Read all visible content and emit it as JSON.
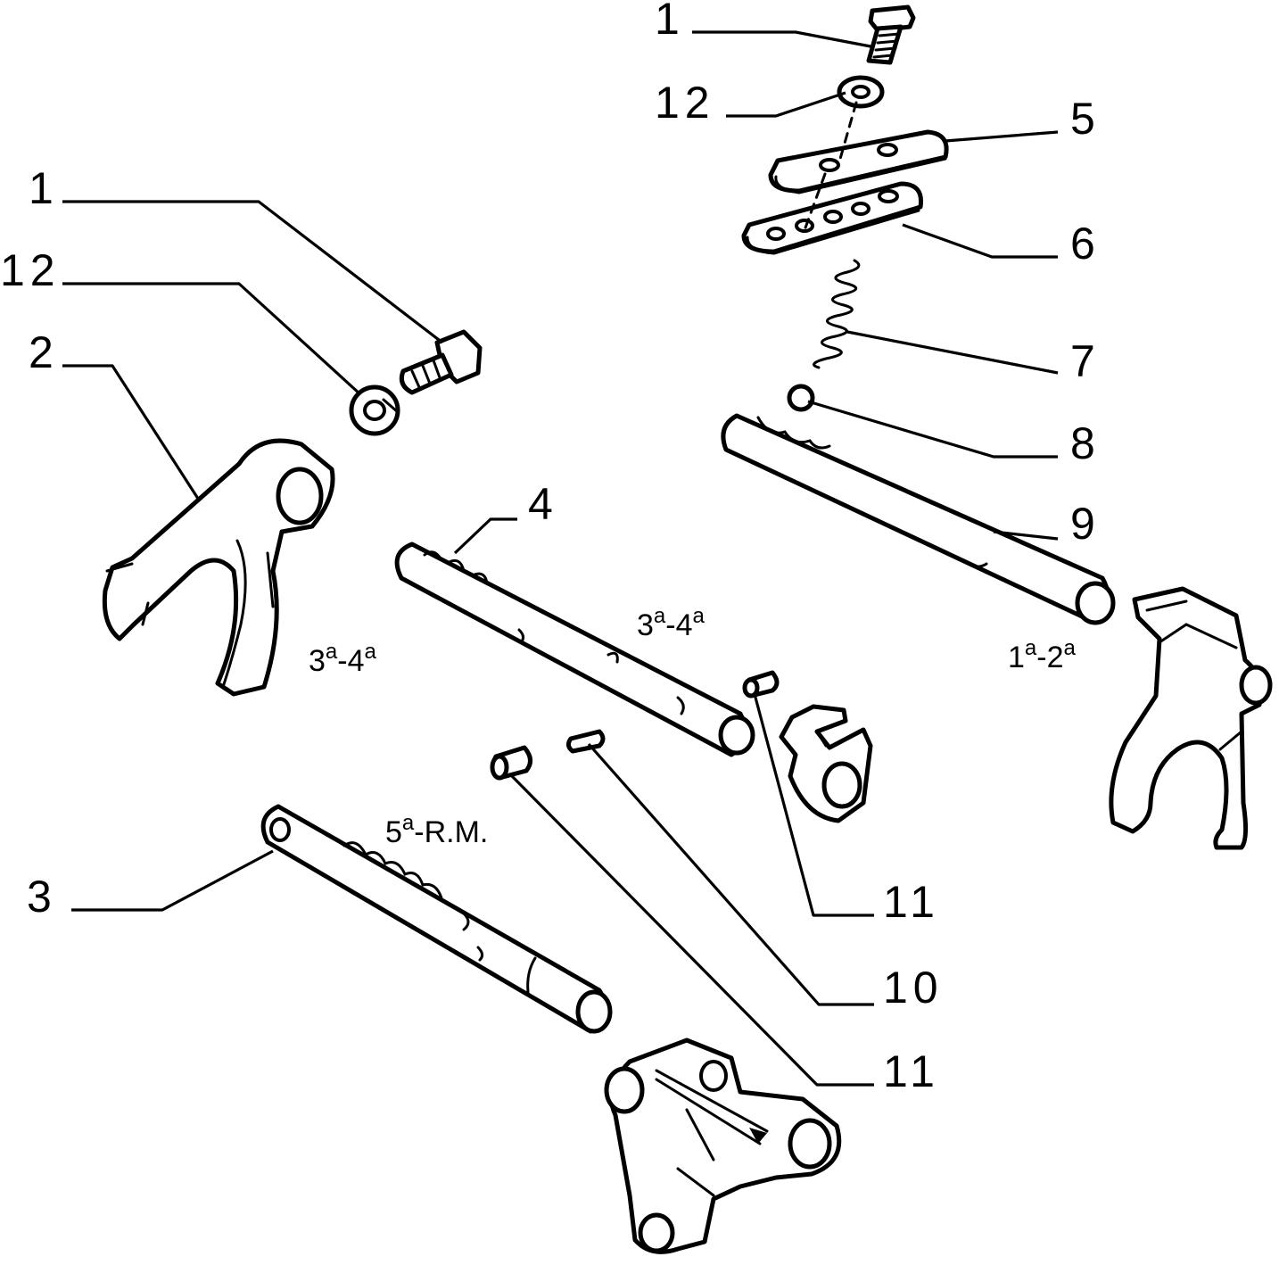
{
  "callouts": {
    "c1_top": "1",
    "c12_top": "12",
    "c5": "5",
    "c6": "6",
    "c7": "7",
    "c8": "8",
    "c9": "9",
    "c1_left": "1",
    "c12_left": "12",
    "c2": "2",
    "c4": "4",
    "c3": "3",
    "c11_upper": "11",
    "c10": "10",
    "c11_lower": "11"
  },
  "gear_labels": {
    "fork_3_4": {
      "base1": "3",
      "sup1": "a",
      "sep": "-",
      "base2": "4",
      "sup2": "a"
    },
    "rod_3_4": {
      "base1": "3",
      "sup1": "a",
      "sep": "-",
      "base2": "4",
      "sup2": "a"
    },
    "rod_1_2": {
      "base1": "1",
      "sup1": "a",
      "sep": "-",
      "base2": "2",
      "sup2": "a"
    },
    "rod_5_rm": {
      "base1": "5",
      "sup1": "a",
      "sep": "-",
      "base2": "R.M.",
      "sup2": ""
    }
  }
}
